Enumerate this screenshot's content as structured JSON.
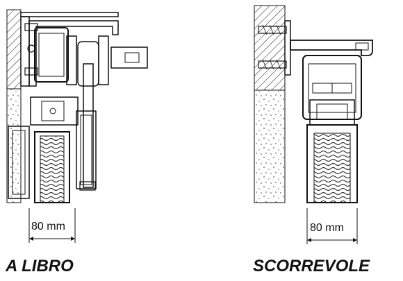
{
  "figures": [
    {
      "name": "A LIBRO",
      "dimension": "80 mm"
    },
    {
      "name": "SCORREVOLE",
      "dimension": "80 mm"
    }
  ],
  "colors": {
    "ink": "#111111",
    "paper": "#ffffff"
  }
}
